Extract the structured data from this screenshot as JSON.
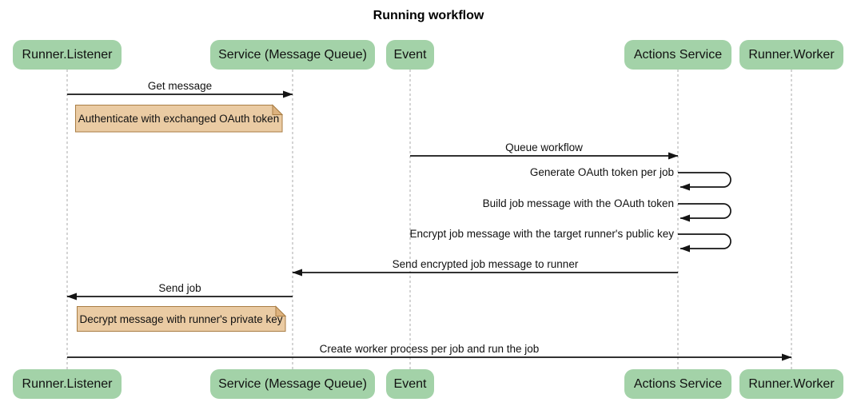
{
  "title": "Running workflow",
  "participants": [
    {
      "label": "Runner.Listener"
    },
    {
      "label": "Service (Message Queue)"
    },
    {
      "label": "Event"
    },
    {
      "label": "Actions Service"
    },
    {
      "label": "Runner.Worker"
    }
  ],
  "messages": [
    {
      "label": "Get message",
      "from": "Runner.Listener",
      "to": "Service (Message Queue)",
      "type": "solid-arrow"
    },
    {
      "label": "Queue workflow",
      "from": "Event",
      "to": "Actions Service",
      "type": "solid-arrow"
    },
    {
      "label": "Generate OAuth token per job",
      "from": "Actions Service",
      "to": "Actions Service",
      "type": "self-loop"
    },
    {
      "label": "Build job message with the OAuth token",
      "from": "Actions Service",
      "to": "Actions Service",
      "type": "self-loop"
    },
    {
      "label": "Encrypt job message with the target runner's public key",
      "from": "Actions Service",
      "to": "Actions Service",
      "type": "self-loop"
    },
    {
      "label": "Send encrypted job message to runner",
      "from": "Actions Service",
      "to": "Service (Message Queue)",
      "type": "solid-arrow"
    },
    {
      "label": "Send job",
      "from": "Service (Message Queue)",
      "to": "Runner.Listener",
      "type": "solid-arrow"
    },
    {
      "label": "Create worker process per job and run the job",
      "from": "Runner.Listener",
      "to": "Runner.Worker",
      "type": "solid-arrow"
    }
  ],
  "notes": [
    {
      "label": "Authenticate with exchanged OAuth token",
      "over": "Runner.Listener"
    },
    {
      "label": "Decrypt message with runner's private key",
      "over": "Runner.Listener"
    }
  ],
  "colors": {
    "actor_fill": "#a3d2a8",
    "note_fill": "#eacba3",
    "note_border": "#a97e45",
    "line": "#141414",
    "lifeline": "#a8a8a8",
    "text": "#111111",
    "background": "#ffffff"
  }
}
